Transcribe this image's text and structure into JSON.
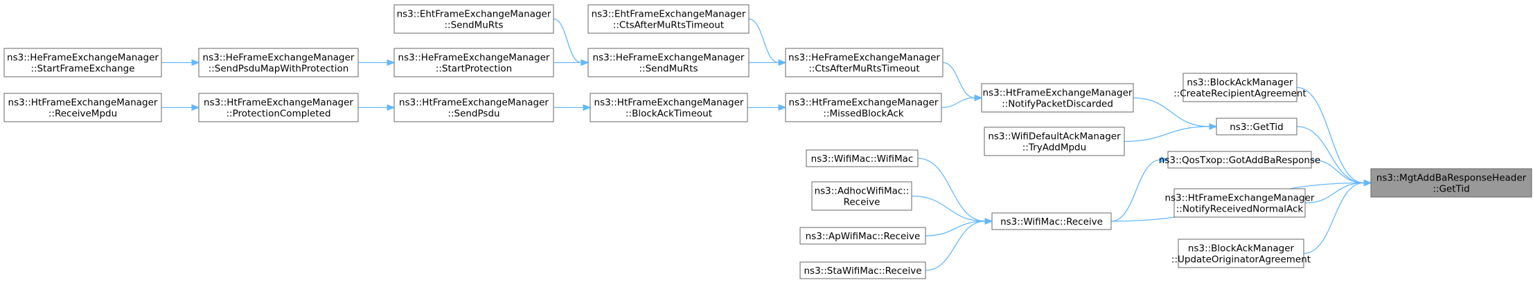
{
  "graph": {
    "root": "root",
    "colors": {
      "edge": "#63b8ff",
      "root_fill": "#999999",
      "node_border": "#666666"
    },
    "nodes": {
      "root": {
        "lines": [
          "ns3::MgtAddBaResponseHeader",
          "::GetTid"
        ]
      },
      "blockack_create": {
        "lines": [
          "ns3::BlockAckManager",
          "::CreateRecipientAgreement"
        ]
      },
      "gettid": {
        "lines": [
          "ns3::GetTid"
        ]
      },
      "qos_gotaddba": {
        "lines": [
          "ns3::QosTxop::GotAddBaResponse"
        ]
      },
      "ht_notifyrecv": {
        "lines": [
          "ns3::HtFrameExchangeManager",
          "::NotifyReceivedNormalAck"
        ]
      },
      "wifimac_receive": {
        "lines": [
          "ns3::WifiMac::Receive"
        ]
      },
      "blockack_update": {
        "lines": [
          "ns3::BlockAckManager",
          "::UpdateOriginatorAgreement"
        ]
      },
      "ht_notifypkt": {
        "lines": [
          "ns3::HtFrameExchangeManager",
          "::NotifyPacketDiscarded"
        ]
      },
      "wifidefault_tryadd": {
        "lines": [
          "ns3::WifiDefaultAckManager",
          "::TryAddMpdu"
        ]
      },
      "wifimac_wifimac": {
        "lines": [
          "ns3::WifiMac::WifiMac"
        ]
      },
      "adhoc_receive": {
        "lines": [
          "ns3::AdhocWifiMac::",
          "Receive"
        ]
      },
      "ap_receive": {
        "lines": [
          "ns3::ApWifiMac::Receive"
        ]
      },
      "sta_receive": {
        "lines": [
          "ns3::StaWifiMac::Receive"
        ]
      },
      "he_ctsafter": {
        "lines": [
          "ns3::HeFrameExchangeManager",
          "::CtsAfterMuRtsTimeout"
        ]
      },
      "ht_missedblockack": {
        "lines": [
          "ns3::HtFrameExchangeManager",
          "::MissedBlockAck"
        ]
      },
      "eht_ctsafter": {
        "lines": [
          "ns3::EhtFrameExchangeManager",
          "::CtsAfterMuRtsTimeout"
        ]
      },
      "he_sendmurts": {
        "lines": [
          "ns3::HeFrameExchangeManager",
          "::SendMuRts"
        ]
      },
      "ht_blockacktimeout": {
        "lines": [
          "ns3::HtFrameExchangeManager",
          "::BlockAckTimeout"
        ]
      },
      "eht_sendmurts": {
        "lines": [
          "ns3::EhtFrameExchangeManager",
          "::SendMuRts"
        ]
      },
      "he_startprotection": {
        "lines": [
          "ns3::HeFrameExchangeManager",
          "::StartProtection"
        ]
      },
      "ht_sendpsdu": {
        "lines": [
          "ns3::HtFrameExchangeManager",
          "::SendPsdu"
        ]
      },
      "he_sendpsdumap": {
        "lines": [
          "ns3::HeFrameExchangeManager",
          "::SendPsduMapWithProtection"
        ]
      },
      "ht_protectioncompleted": {
        "lines": [
          "ns3::HtFrameExchangeManager",
          "::ProtectionCompleted"
        ]
      },
      "he_startframe": {
        "lines": [
          "ns3::HeFrameExchangeManager",
          "::StartFrameExchange"
        ]
      },
      "ht_receivempdu": {
        "lines": [
          "ns3::HtFrameExchangeManager",
          "::ReceiveMpdu"
        ]
      }
    },
    "edges": [
      [
        "blockack_create",
        "root"
      ],
      [
        "gettid",
        "root"
      ],
      [
        "qos_gotaddba",
        "root"
      ],
      [
        "ht_notifyrecv",
        "root"
      ],
      [
        "wifimac_receive",
        "root"
      ],
      [
        "blockack_update",
        "root"
      ],
      [
        "ht_notifypkt",
        "gettid"
      ],
      [
        "wifidefault_tryadd",
        "gettid"
      ],
      [
        "wifimac_receive",
        "qos_gotaddba"
      ],
      [
        "wifimac_wifimac",
        "wifimac_receive"
      ],
      [
        "adhoc_receive",
        "wifimac_receive"
      ],
      [
        "ap_receive",
        "wifimac_receive"
      ],
      [
        "sta_receive",
        "wifimac_receive"
      ],
      [
        "he_ctsafter",
        "ht_notifypkt"
      ],
      [
        "ht_missedblockack",
        "ht_notifypkt"
      ],
      [
        "eht_ctsafter",
        "he_ctsafter"
      ],
      [
        "he_sendmurts",
        "he_ctsafter"
      ],
      [
        "ht_blockacktimeout",
        "ht_missedblockack"
      ],
      [
        "eht_sendmurts",
        "he_sendmurts"
      ],
      [
        "he_startprotection",
        "he_sendmurts"
      ],
      [
        "ht_sendpsdu",
        "ht_blockacktimeout"
      ],
      [
        "he_sendpsdumap",
        "he_startprotection"
      ],
      [
        "ht_protectioncompleted",
        "ht_sendpsdu"
      ],
      [
        "he_startframe",
        "he_sendpsdumap"
      ],
      [
        "ht_receivempdu",
        "ht_protectioncompleted"
      ]
    ]
  }
}
